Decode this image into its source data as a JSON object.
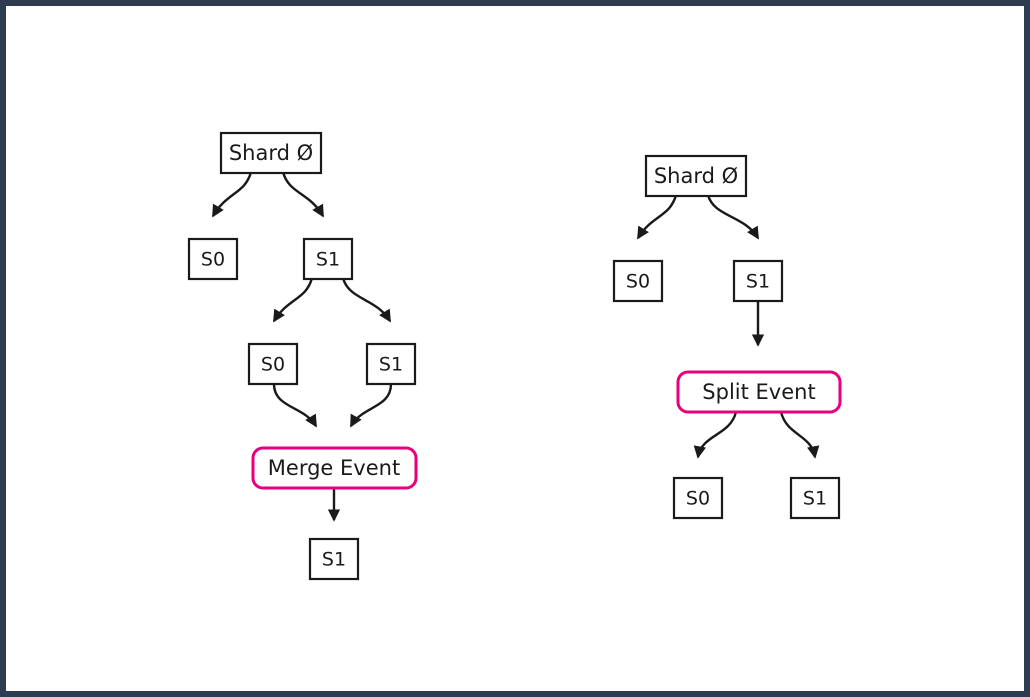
{
  "figure": {
    "title": "Shard merge and split event diagrams",
    "background_color": "#ffffff",
    "frame_color": "#2e3c52",
    "node_stroke_color": "#1a1a1a",
    "event_stroke_color": "#e6007e"
  },
  "diagrams": [
    {
      "id": "merge-diagram",
      "name": "merge-event-tree",
      "nodes": [
        {
          "id": "l-root",
          "label": "Shard Ø",
          "type": "shard"
        },
        {
          "id": "l-s0-a",
          "label": "S0",
          "type": "shard"
        },
        {
          "id": "l-s1-a",
          "label": "S1",
          "type": "shard"
        },
        {
          "id": "l-s0-b",
          "label": "S0",
          "type": "shard"
        },
        {
          "id": "l-s1-b",
          "label": "S1",
          "type": "shard"
        },
        {
          "id": "l-merge",
          "label": "Merge Event",
          "type": "event"
        },
        {
          "id": "l-s1-c",
          "label": "S1",
          "type": "shard"
        }
      ],
      "edges": [
        {
          "from": "l-root",
          "to": "l-s0-a"
        },
        {
          "from": "l-root",
          "to": "l-s1-a"
        },
        {
          "from": "l-s1-a",
          "to": "l-s0-b"
        },
        {
          "from": "l-s1-a",
          "to": "l-s1-b"
        },
        {
          "from": "l-s0-b",
          "to": "l-merge"
        },
        {
          "from": "l-s1-b",
          "to": "l-merge"
        },
        {
          "from": "l-merge",
          "to": "l-s1-c"
        }
      ]
    },
    {
      "id": "split-diagram",
      "name": "split-event-tree",
      "nodes": [
        {
          "id": "r-root",
          "label": "Shard Ø",
          "type": "shard"
        },
        {
          "id": "r-s0-a",
          "label": "S0",
          "type": "shard"
        },
        {
          "id": "r-s1-a",
          "label": "S1",
          "type": "shard"
        },
        {
          "id": "r-split",
          "label": "Split Event",
          "type": "event"
        },
        {
          "id": "r-s0-b",
          "label": "S0",
          "type": "shard"
        },
        {
          "id": "r-s1-b",
          "label": "S1",
          "type": "shard"
        }
      ],
      "edges": [
        {
          "from": "r-root",
          "to": "r-s0-a"
        },
        {
          "from": "r-root",
          "to": "r-s1-a"
        },
        {
          "from": "r-s1-a",
          "to": "r-split"
        },
        {
          "from": "r-split",
          "to": "r-s0-b"
        },
        {
          "from": "r-split",
          "to": "r-s1-b"
        }
      ]
    }
  ],
  "labels": {
    "left_root": "Shard Ø",
    "left_s0_a": "S0",
    "left_s1_a": "S1",
    "left_s0_b": "S0",
    "left_s1_b": "S1",
    "left_merge": "Merge Event",
    "left_s1_c": "S1",
    "right_root": "Shard Ø",
    "right_s0_a": "S0",
    "right_s1_a": "S1",
    "right_split": "Split Event",
    "right_s0_b": "S0",
    "right_s1_b": "S1"
  }
}
